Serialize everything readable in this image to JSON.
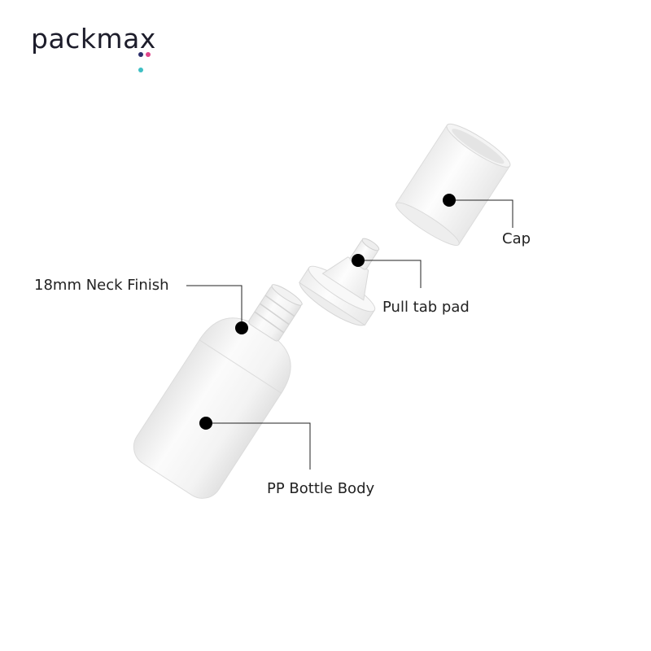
{
  "brand": {
    "name": "packmax",
    "dot_colors": [
      "#2b2f6b",
      "#e0468c",
      "#3fbfc4"
    ]
  },
  "components": {
    "cap": "Cap",
    "pull_tab_pad": "Pull tab pad",
    "neck_finish": "18mm Neck Finish",
    "bottle_body": "PP Bottle Body"
  }
}
